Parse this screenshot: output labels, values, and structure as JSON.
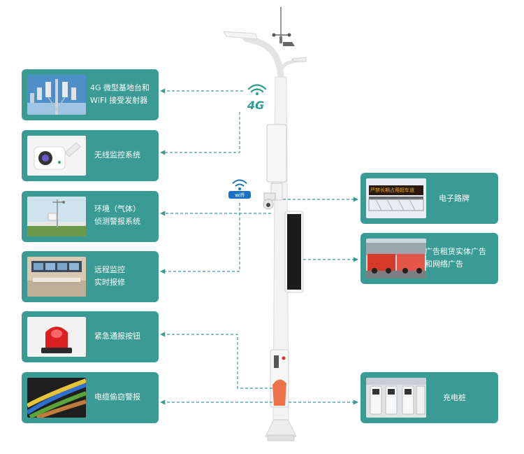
{
  "modules": {
    "base_station": {
      "label": "4G 微型基地台和\nWIFI 接受发射器",
      "icon": "cell-tower-icon"
    },
    "monitoring": {
      "label": "无线监控系统",
      "icon": "security-camera-icon"
    },
    "environment": {
      "label": "环境（气体）\n侦测警报系统",
      "icon": "weather-station-icon"
    },
    "remote": {
      "label": "远程监控\n实时报修",
      "icon": "control-room-icon"
    },
    "emergency": {
      "label": "紧急通报按钮",
      "icon": "alarm-light-icon"
    },
    "cable": {
      "label": "电缆偷窃警报",
      "icon": "cable-icon"
    },
    "road_sign": {
      "label": "电子路牌",
      "icon": "led-sign-icon",
      "sign_text": "严禁长期占用超车道"
    },
    "advertising": {
      "label": "广告租赁实体广告\n和网络广告",
      "icon": "bus-ads-icon"
    },
    "charging": {
      "label": "充电桩",
      "icon": "charging-pile-icon"
    }
  },
  "signals": {
    "fourg": "4G",
    "wifi": "wifi"
  },
  "colors": {
    "card": "#3a9a94",
    "connector": "#3a9a94",
    "pole": "#f2f2f2",
    "accent": "#2e9c8c"
  }
}
